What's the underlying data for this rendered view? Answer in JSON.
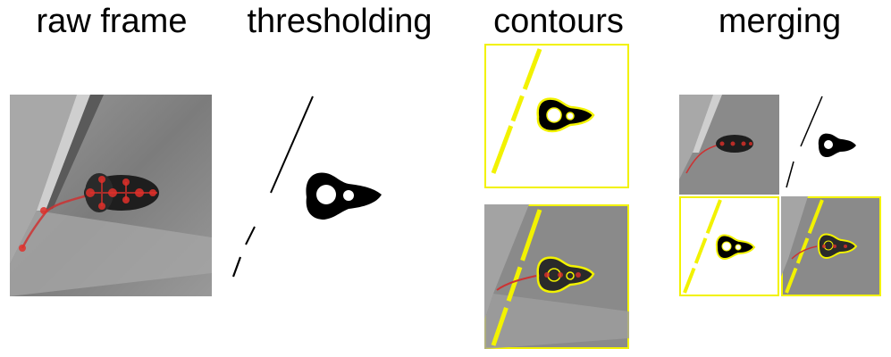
{
  "titles": {
    "raw_frame": "raw frame",
    "thresholding": "thresholding",
    "contours": "contours",
    "merging": "merging"
  },
  "colors": {
    "contour": "#f2f200",
    "keypoint": "#e0302a",
    "mask": "#000000",
    "frame_gray": "#8a8a8a"
  }
}
